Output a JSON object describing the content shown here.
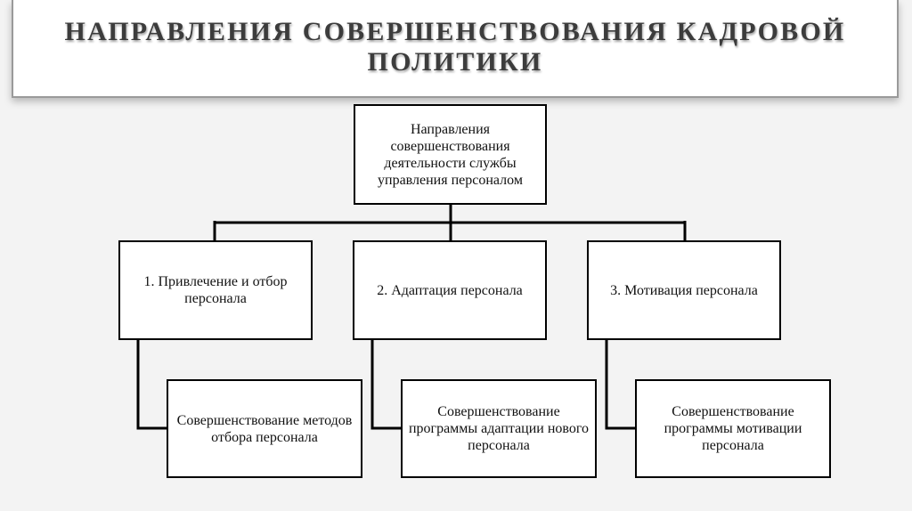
{
  "title": "НАПРАВЛЕНИЯ СОВЕРШЕНСТВОВАНИЯ КАДРОВОЙ ПОЛИТИКИ",
  "diagram": {
    "root": "Направления совершенствования деятельности службы управления персоналом",
    "branches": [
      {
        "label": "1. Привлечение и отбор персонала",
        "leaf": "Совершенствование методов отбора персонала"
      },
      {
        "label": "2. Адаптация персонала",
        "leaf": "Совершенствование программы адаптации нового персонала"
      },
      {
        "label": "3. Мотивация персонала",
        "leaf": "Совершенствование программы мотивации персонала"
      }
    ]
  },
  "colors": {
    "line": "#000000",
    "box_border": "#000000",
    "box_fill": "#ffffff",
    "page_background": "#f3f3f3",
    "title_text": "#3c3c3c"
  }
}
